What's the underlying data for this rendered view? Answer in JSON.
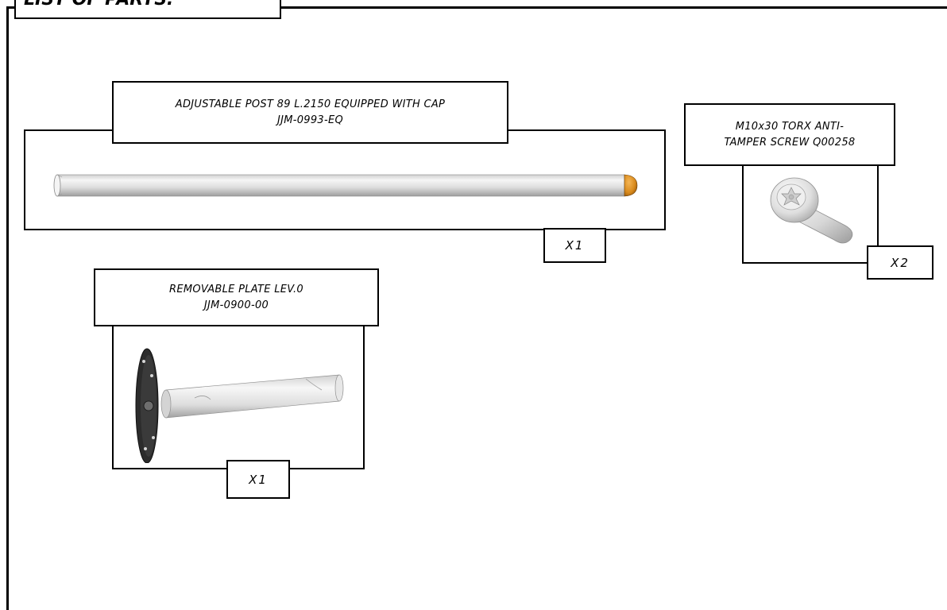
{
  "header": {
    "title": "LIST OF PARTS:"
  },
  "parts": [
    {
      "name": "ADJUSTABLE POST 89 L.2150 EQUIPPED WITH CAP",
      "code": "JJM-0993-EQ",
      "quantity": "X1",
      "icon": "post-icon"
    },
    {
      "name": "M10x30 TORX ANTI-",
      "code": "TAMPER SCREW Q00258",
      "quantity": "X2",
      "icon": "screw-icon"
    },
    {
      "name": "REMOVABLE PLATE LEV.0",
      "code": "JJM-0900-00",
      "quantity": "X1",
      "icon": "plate-post-icon"
    }
  ],
  "colors": {
    "line": "#000000",
    "metal_light": "#ececec",
    "metal_dark": "#a9a9a9",
    "cap": "#d98a1c",
    "plate_dark": "#2a2a2a"
  }
}
